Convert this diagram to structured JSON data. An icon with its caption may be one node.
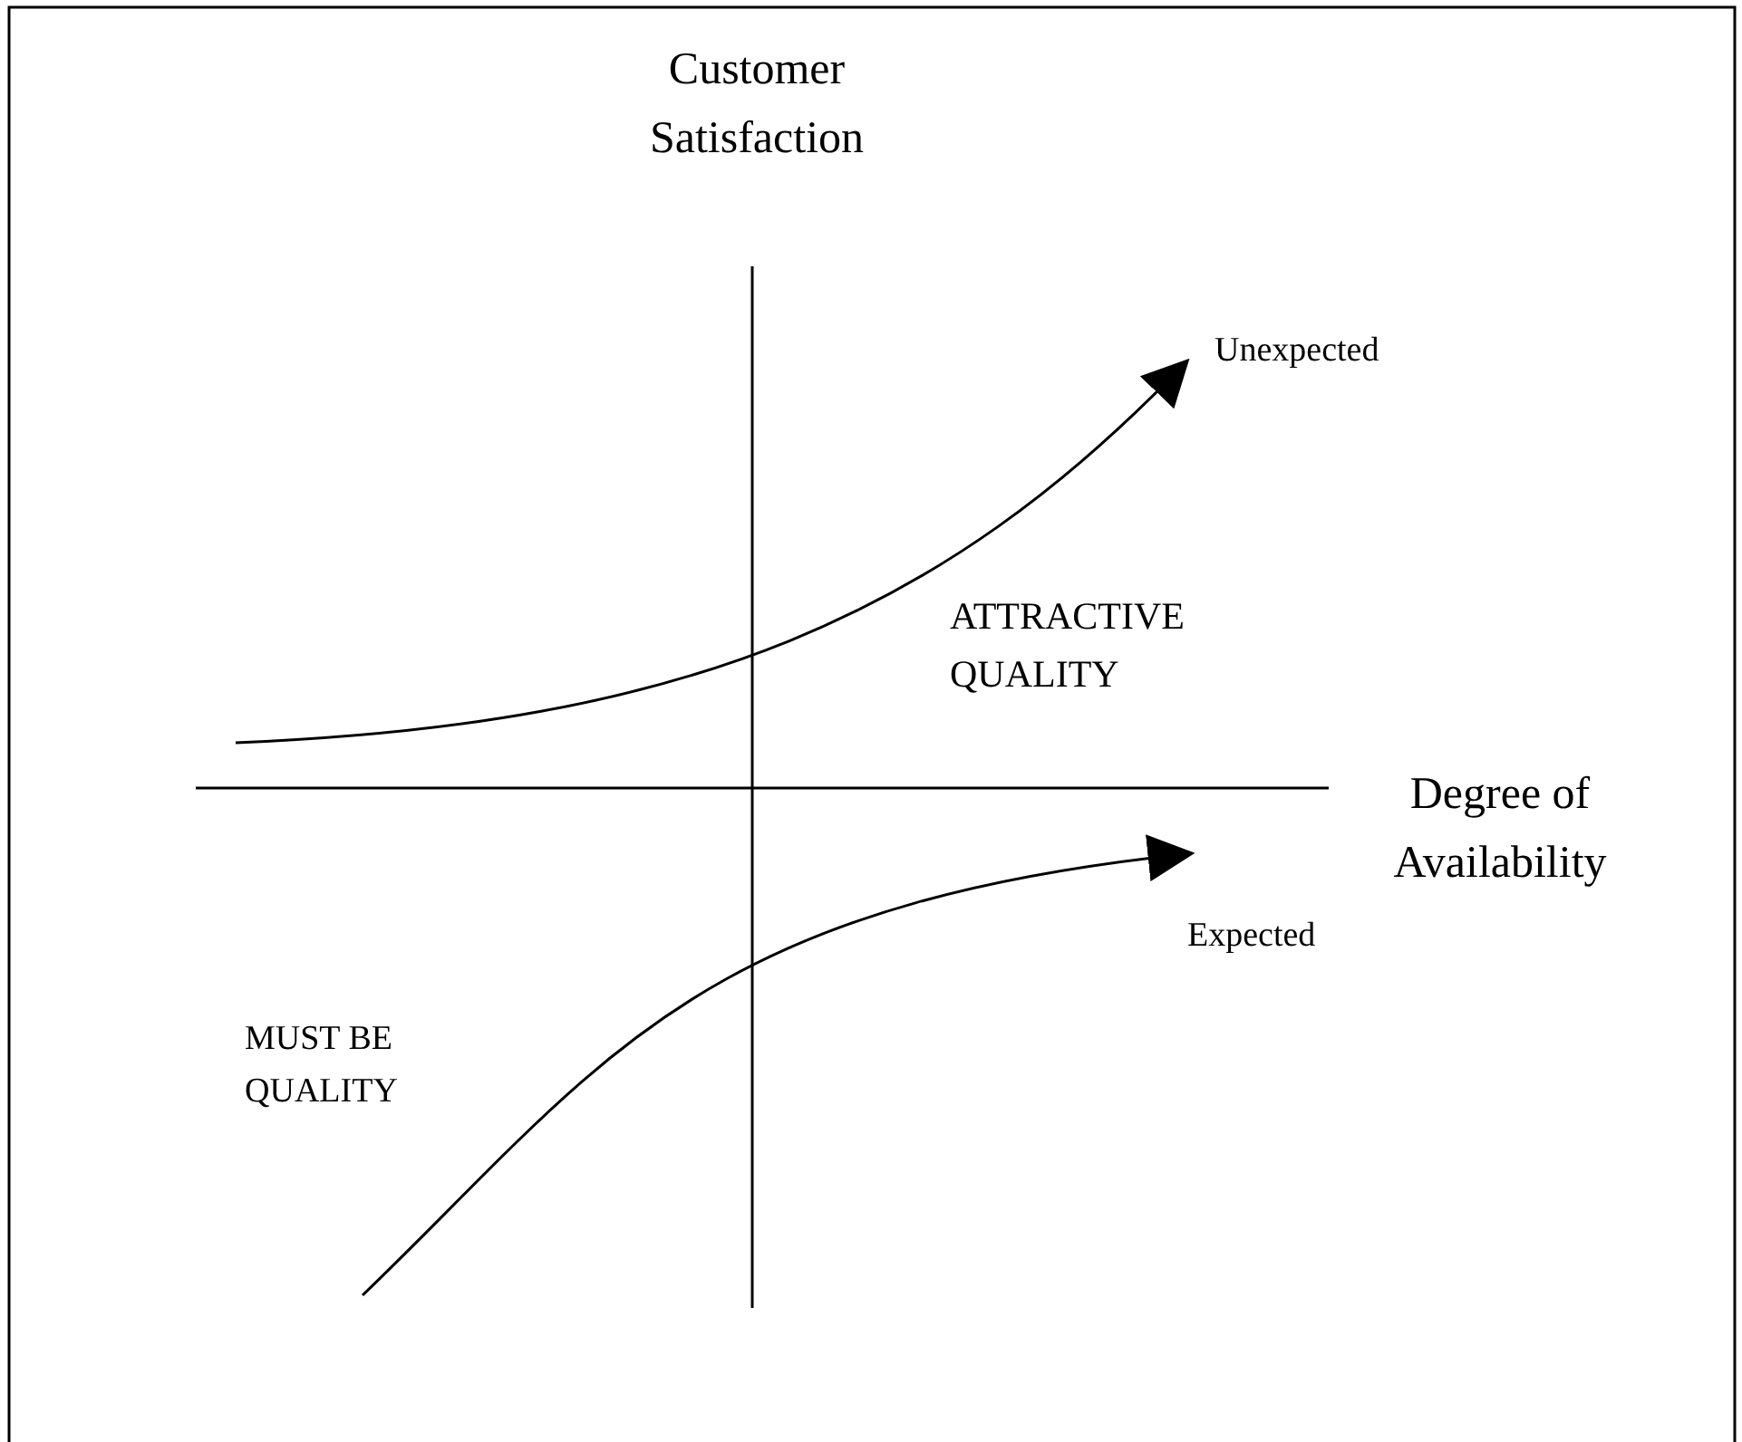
{
  "diagram": {
    "nodes": [
      {
        "text": [
          "Unexpected"
        ]
      },
      {
        "text": [
          "Expected"
        ]
      }
    ],
    "edges": [
      {
        "from": null,
        "to": 0,
        "arrow": "to"
      },
      {
        "from": null,
        "to": 1,
        "arrow": "to"
      }
    ],
    "labels": [
      "Customer Satisfaction",
      "ATTRACTIVE QUALITY",
      "Degree of Availability",
      "MUST BE QUALITY"
    ]
  }
}
